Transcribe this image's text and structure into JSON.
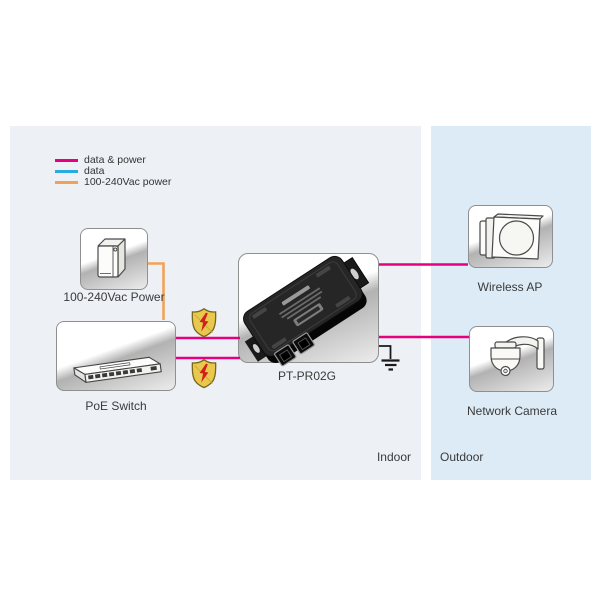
{
  "legend": {
    "items": [
      {
        "label": "data & power",
        "color": "#e6007e"
      },
      {
        "label": "data",
        "color": "#29abe2"
      },
      {
        "label": "100-240Vac power",
        "color": "#f0a356"
      }
    ]
  },
  "nodes": {
    "power": {
      "label": "100-240Vac Power",
      "icon": "power-supply-icon"
    },
    "switch": {
      "label": "PoE Switch",
      "icon": "poe-switch-icon"
    },
    "injector": {
      "label": "PT-PR02G",
      "icon": "poe-injector-device-icon"
    },
    "ap": {
      "label": "Wireless AP",
      "icon": "wireless-ap-icon"
    },
    "camera": {
      "label": "Network Camera",
      "icon": "dome-camera-icon"
    }
  },
  "zones": {
    "indoor": "Indoor",
    "outdoor": "Outdoor"
  },
  "colors": {
    "data_power": "#e6007e",
    "data": "#29abe2",
    "ac_power": "#f0a356",
    "ground": "#1a1a1a",
    "panel_indoor": "#edf1f6",
    "panel_outdoor": "#dcebf6",
    "surge_shield_fill": "#e9c94d",
    "surge_bolt": "#cf1f1f"
  }
}
